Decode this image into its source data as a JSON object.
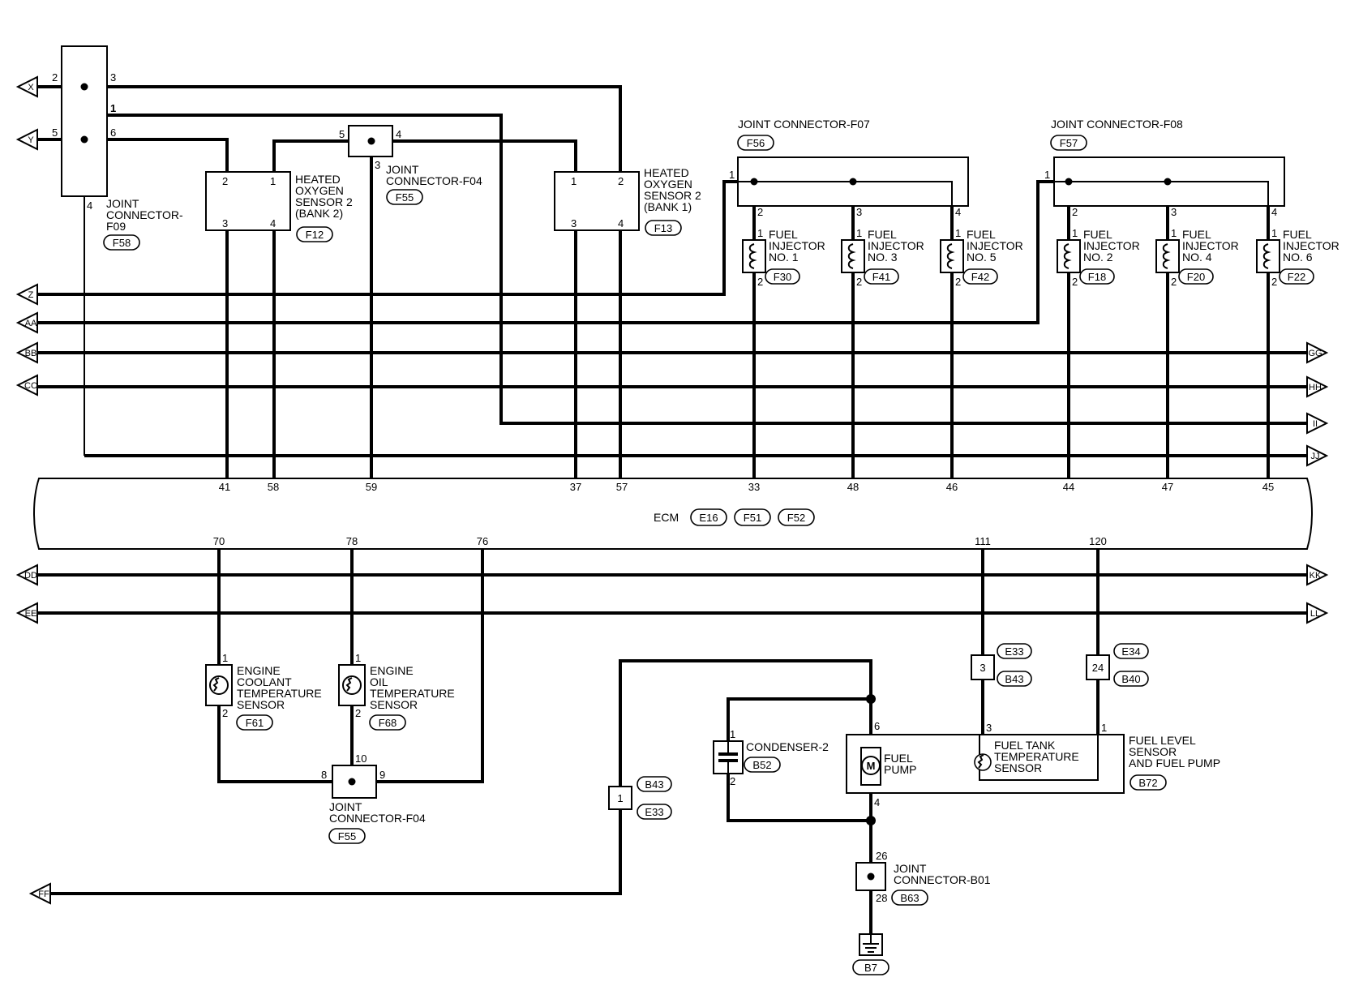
{
  "ecm": {
    "label": "ECM",
    "connectors": [
      "E16",
      "F51",
      "F52"
    ]
  },
  "terminals": {
    "left": [
      "X",
      "Y",
      "Z",
      "AA",
      "BB",
      "CC",
      "DD",
      "EE",
      "FF"
    ],
    "right": [
      "GG",
      "HH",
      "II",
      "JJ",
      "KK",
      "LL"
    ]
  },
  "ecm_pins_top": [
    "41",
    "58",
    "59",
    "37",
    "57",
    "33",
    "48",
    "46",
    "44",
    "47",
    "45"
  ],
  "ecm_pins_bottom": [
    "70",
    "78",
    "76",
    "111",
    "120"
  ],
  "components": {
    "jc_f09": {
      "lines": [
        "JOINT",
        "CONNECTOR-",
        "F09"
      ],
      "conn": "F58",
      "pins": [
        "2",
        "3",
        "1",
        "5",
        "6",
        "4"
      ]
    },
    "ho2_bank2": {
      "lines": [
        "HEATED",
        "OXYGEN",
        "SENSOR 2",
        "(BANK 2)"
      ],
      "conn": "F12",
      "pins": [
        "2",
        "1",
        "3",
        "4"
      ]
    },
    "jc_f04_top": {
      "lines": [
        "JOINT",
        "CONNECTOR-F04"
      ],
      "conn": "F55",
      "pins": [
        "5",
        "4",
        "3"
      ]
    },
    "ho2_bank1": {
      "lines": [
        "HEATED",
        "OXYGEN",
        "SENSOR 2",
        "(BANK 1)"
      ],
      "conn": "F13",
      "pins": [
        "1",
        "2",
        "3",
        "4"
      ]
    },
    "jc_f07": {
      "title": "JOINT CONNECTOR-F07",
      "conn": "F56",
      "pins": [
        "1",
        "2",
        "3",
        "4"
      ]
    },
    "jc_f08": {
      "title": "JOINT CONNECTOR-F08",
      "conn": "F57",
      "pins": [
        "1",
        "2",
        "3",
        "4"
      ]
    },
    "injectors": [
      {
        "lines": [
          "FUEL",
          "INJECTOR",
          "NO. 1"
        ],
        "conn": "F30"
      },
      {
        "lines": [
          "FUEL",
          "INJECTOR",
          "NO. 3"
        ],
        "conn": "F41"
      },
      {
        "lines": [
          "FUEL",
          "INJECTOR",
          "NO. 5"
        ],
        "conn": "F42"
      },
      {
        "lines": [
          "FUEL",
          "INJECTOR",
          "NO. 2"
        ],
        "conn": "F18"
      },
      {
        "lines": [
          "FUEL",
          "INJECTOR",
          "NO. 4"
        ],
        "conn": "F20"
      },
      {
        "lines": [
          "FUEL",
          "INJECTOR",
          "NO. 6"
        ],
        "conn": "F22"
      }
    ],
    "injector_pins": [
      "1",
      "2"
    ],
    "ect": {
      "lines": [
        "ENGINE",
        "COOLANT",
        "TEMPERATURE",
        "SENSOR"
      ],
      "conn": "F61",
      "pins": [
        "1",
        "2"
      ]
    },
    "eot": {
      "lines": [
        "ENGINE",
        "OIL",
        "TEMPERATURE",
        "SENSOR"
      ],
      "conn": "F68",
      "pins": [
        "1",
        "2"
      ]
    },
    "jc_f04_bottom": {
      "lines": [
        "JOINT",
        "CONNECTOR-F04"
      ],
      "conn": "F55",
      "pins": [
        "8",
        "10",
        "9"
      ]
    },
    "inline_1": {
      "pin": "1",
      "conns": [
        "B43",
        "E33"
      ]
    },
    "inline_3": {
      "pin": "3",
      "conns": [
        "E33",
        "B43"
      ]
    },
    "inline_24": {
      "pin": "24",
      "conns": [
        "E34",
        "B40"
      ]
    },
    "condenser": {
      "label": "CONDENSER-2",
      "conn": "B52",
      "pins": [
        "1",
        "2"
      ]
    },
    "fuel_pump": {
      "label_lines": [
        "FUEL",
        "PUMP"
      ],
      "motor": "M",
      "pins": [
        "6",
        "4"
      ]
    },
    "fuel_tank_temp": {
      "lines": [
        "FUEL TANK",
        "TEMPERATURE",
        "SENSOR"
      ],
      "pins": [
        "3",
        "1"
      ]
    },
    "fuel_level": {
      "lines": [
        "FUEL LEVEL",
        "SENSOR",
        "AND FUEL PUMP"
      ],
      "conn": "B72"
    },
    "jc_b01": {
      "lines": [
        "JOINT",
        "CONNECTOR-B01"
      ],
      "conn": "B63",
      "pins": [
        "26",
        "28"
      ]
    },
    "ground": {
      "conn": "B7"
    }
  }
}
